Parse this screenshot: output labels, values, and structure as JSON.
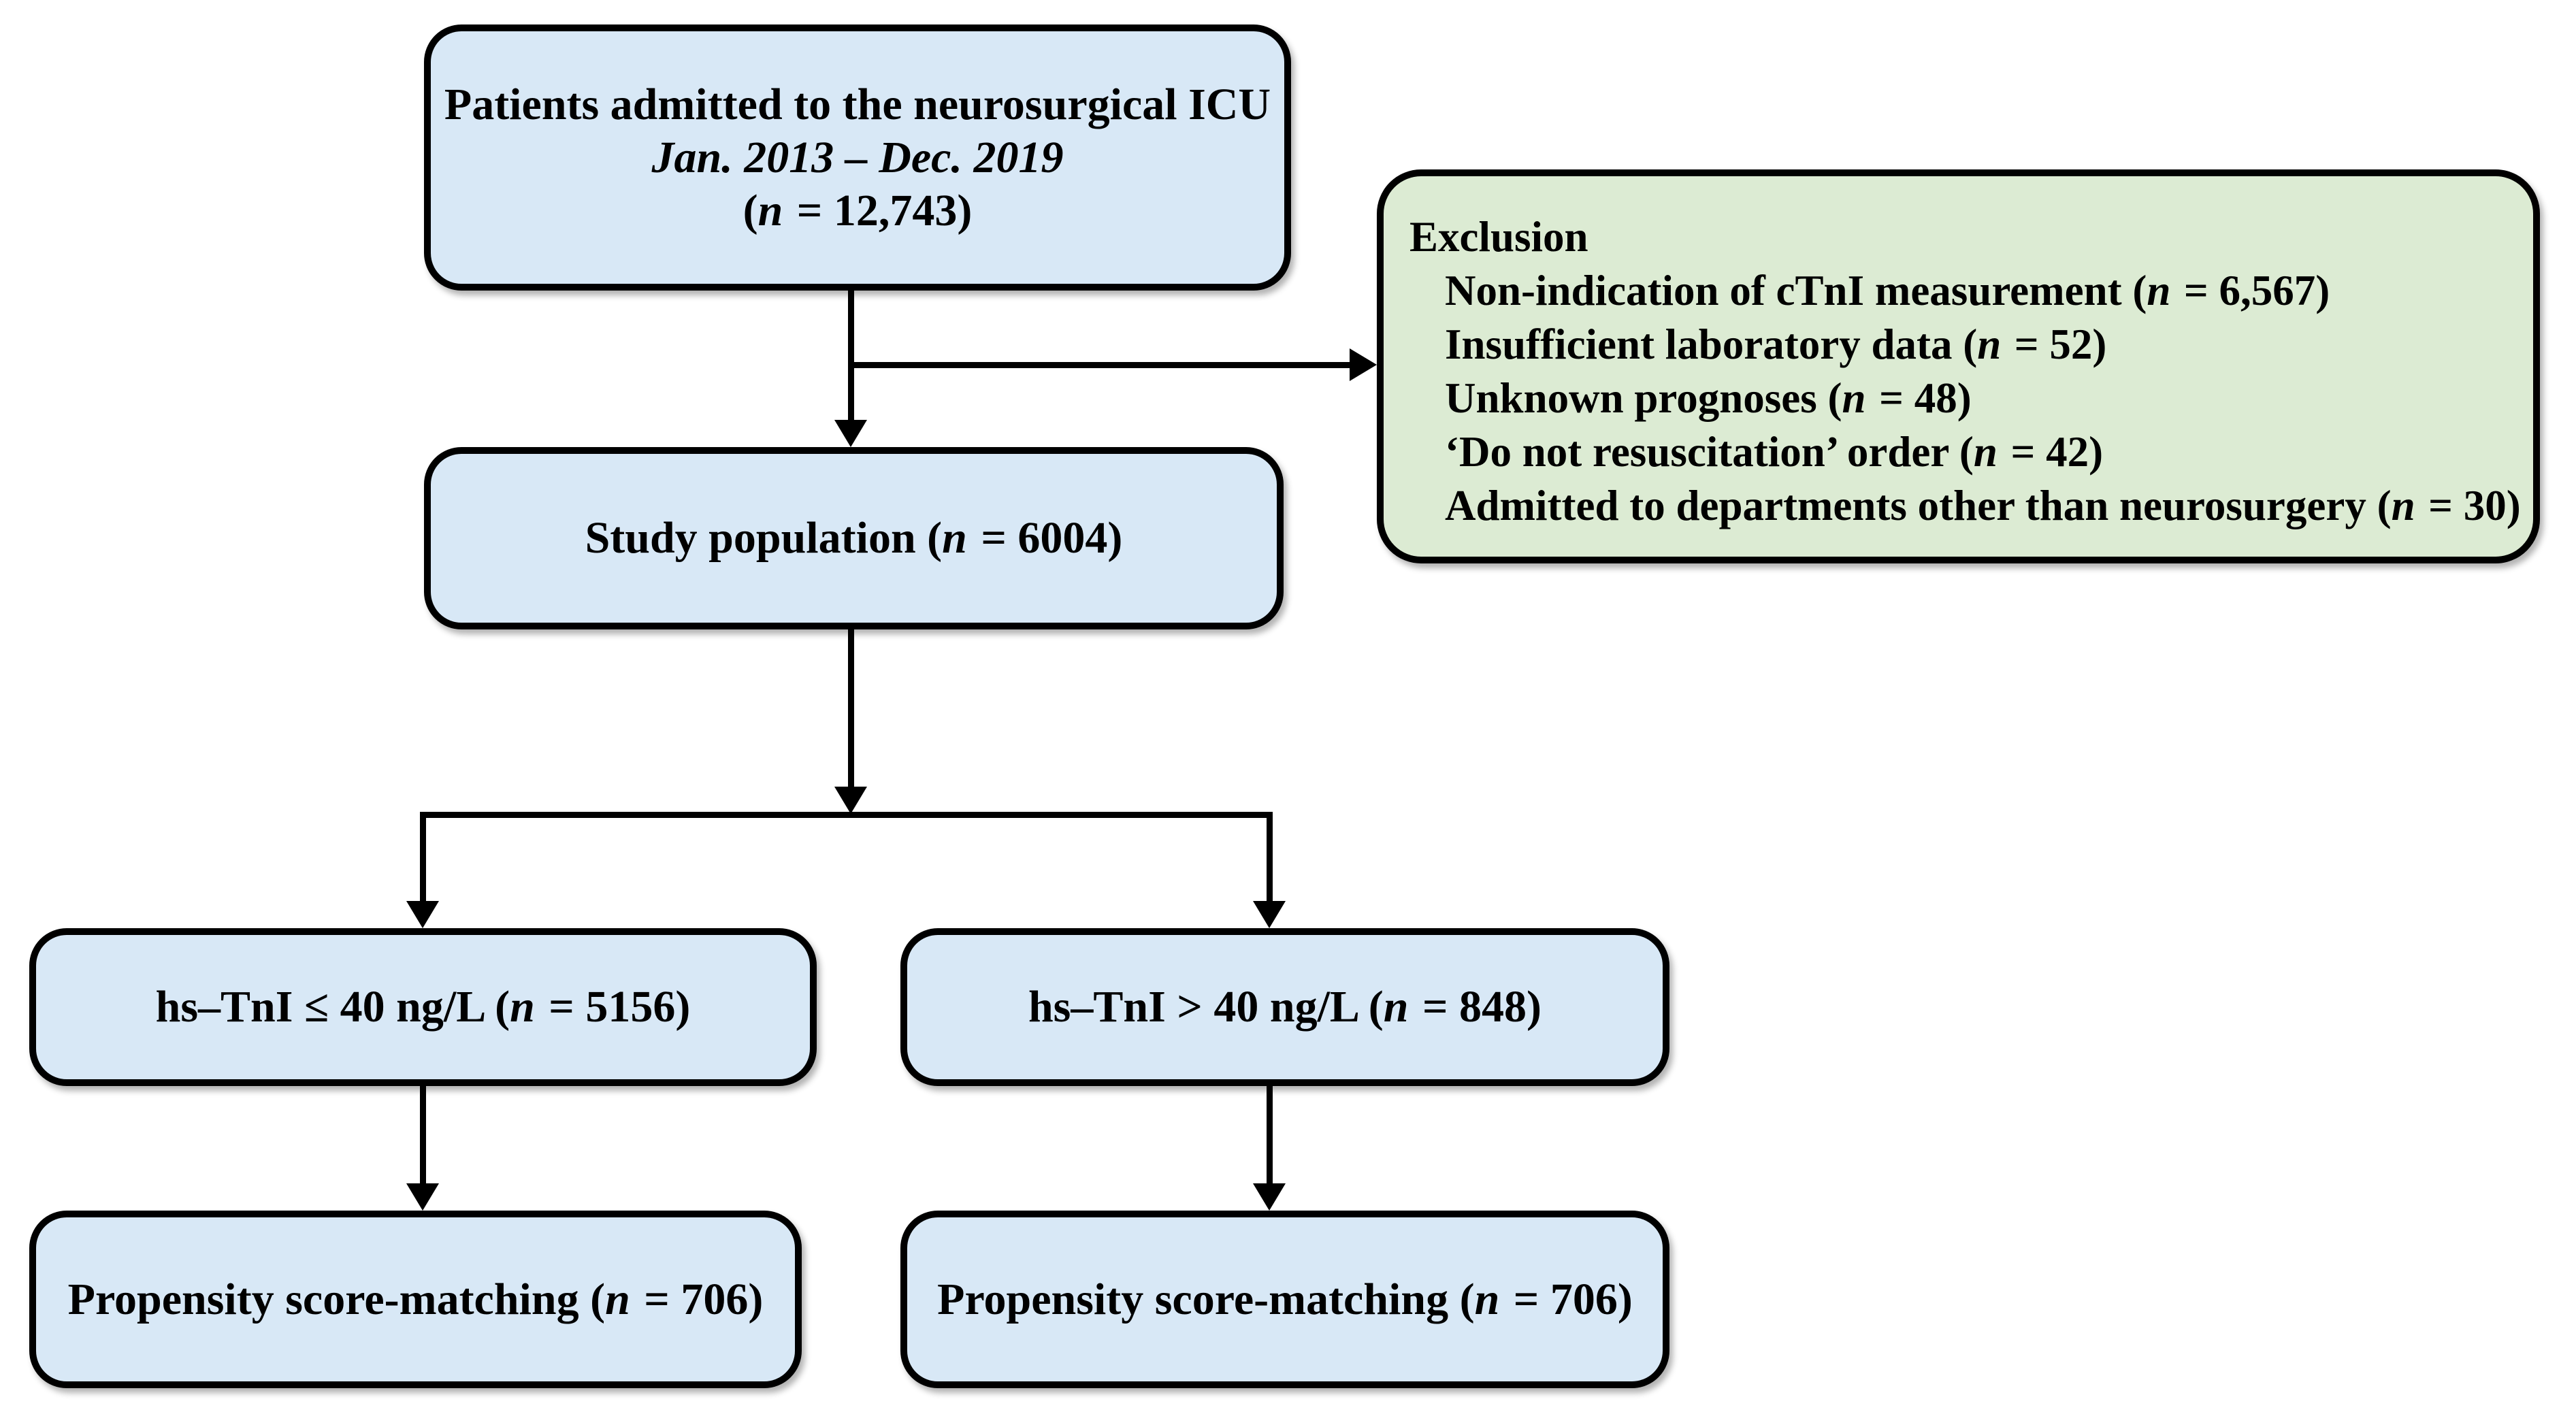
{
  "colors": {
    "box_fill_blue": "#d8e8f6",
    "box_fill_green": "#dcebd3",
    "border_and_lines": "#000000",
    "background": "#ffffff"
  },
  "boxes": {
    "admitted": {
      "line1": "Patients admitted to the neurosurgical ICU",
      "line2": "Jan. 2013 – Dec. 2019",
      "pre": "(",
      "n": "n",
      "post": " = 12,743)"
    },
    "study": {
      "pre": "Study population (",
      "n": "n",
      "post": " = 6004)"
    },
    "hs_low": {
      "pre": "hs–TnI ≤ 40 ng/L (",
      "n": "n",
      "post": " = 5156)"
    },
    "hs_high": {
      "pre": "hs–TnI > 40 ng/L (",
      "n": "n",
      "post": " = 848)"
    },
    "psm_low": {
      "pre": "Propensity score-matching (",
      "n": "n",
      "post": " = 706)"
    },
    "psm_high": {
      "pre": "Propensity score-matching (",
      "n": "n",
      "post": " = 706)"
    }
  },
  "exclusion": {
    "title": "Exclusion",
    "items": [
      {
        "pre": "Non-indication of cTnI measurement (",
        "n": "n",
        "post": " = 6,567)"
      },
      {
        "pre": "Insufficient laboratory data (",
        "n": "n",
        "post": " = 52)"
      },
      {
        "pre": "Unknown prognoses (",
        "n": "n",
        "post": " = 48)"
      },
      {
        "pre": "‘Do not resuscitation’ order (",
        "n": "n",
        "post": " = 42)"
      },
      {
        "pre": "Admitted to departments other than neurosurgery (",
        "n": "n",
        "post": " = 30)"
      }
    ]
  }
}
